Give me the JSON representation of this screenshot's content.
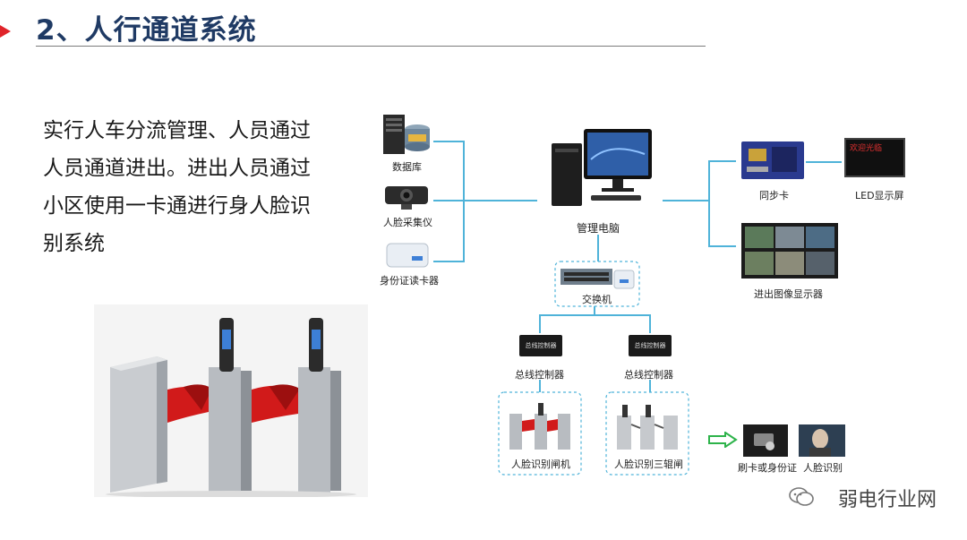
{
  "header": {
    "title": "2、人行通道系统"
  },
  "description": {
    "lines": [
      "实行人车分流管理、人员通过",
      "人员通道进出。进出人员通过",
      "小区使用一卡通进行身人脸识",
      "别系统"
    ]
  },
  "diagram": {
    "database": "数据库",
    "face_capture": "人脸采集仪",
    "id_reader": "身份证读卡器",
    "management_pc": "管理电脑",
    "sync_card": "同步卡",
    "led_screen": "LED显示屏",
    "image_display": "进出图像显示器",
    "switch": "交换机",
    "bus_controller_1": "总线控制器",
    "bus_controller_2": "总线控制器",
    "face_gate": "人脸识别闸机",
    "tripod_gate": "人脸识别三辊闸",
    "card_or_id": "刷卡或身份证",
    "face_recognition": "人脸识别",
    "controller_plate": "总线控制器",
    "led_text": "欢迎光临"
  },
  "watermark": {
    "text": "弱电行业网"
  },
  "colors": {
    "title": "#1f3a64",
    "accent_red": "#e0242a",
    "connector": "#4fb3d9",
    "arrow_green": "#2db34a"
  }
}
